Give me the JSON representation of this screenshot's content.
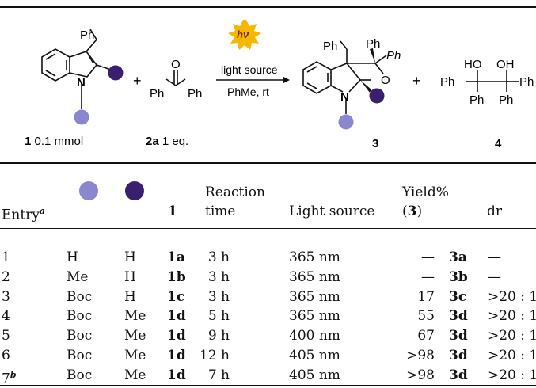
{
  "scheme": {
    "ph_label": "Ph",
    "ph_label_2": "Ph",
    "ph_label_3": "Ph",
    "ph_label_4": "Ph",
    "ph_label_5": "Ph",
    "ph_label_6": "Ph",
    "ph_label_7": "Ph",
    "ph_label_8": "Ph",
    "ph_label_9": "Ph",
    "n_label": "N",
    "n_label_2": "N",
    "o_label": "O",
    "o_label_2": "O",
    "ho_label": "HO",
    "oh_label": "OH",
    "plus": "+",
    "plus_2": "+",
    "hv": "hν",
    "condition_top": "light source",
    "condition_bottom": "PhMe, rt",
    "reactant1_num": "1",
    "reactant1_amt": " 0.1 mmol",
    "reactant2_num": "2a",
    "reactant2_amt": " 1 eq.",
    "product3": "3",
    "product4": "4",
    "color_light": "#8a87cf",
    "color_dark": "#3a1f6e",
    "hv_color": "#f5b800"
  },
  "table": {
    "headers": {
      "entry": "Entry",
      "entry_sup": "a",
      "col1": "1",
      "reaction": "Reaction",
      "time": "time",
      "light": "Light source",
      "yield": "Yield%",
      "yield_open": "(",
      "yield_num": "3",
      "yield_close": ")",
      "dr": "dr"
    },
    "rows": [
      {
        "entry": "1",
        "sup": "",
        "light_sub": "H",
        "dark_sub": "H",
        "cmpd": "1a",
        "time": "3 h",
        "source": "365 nm",
        "yield": "—",
        "product": "3a",
        "dr": "—"
      },
      {
        "entry": "2",
        "sup": "",
        "light_sub": "Me",
        "dark_sub": "H",
        "cmpd": "1b",
        "time": "3 h",
        "source": "365 nm",
        "yield": "—",
        "product": "3b",
        "dr": "—"
      },
      {
        "entry": "3",
        "sup": "",
        "light_sub": "Boc",
        "dark_sub": "H",
        "cmpd": "1c",
        "time": "3 h",
        "source": "365 nm",
        "yield": "17",
        "product": "3c",
        "dr": ">20 : 1"
      },
      {
        "entry": "4",
        "sup": "",
        "light_sub": "Boc",
        "dark_sub": "Me",
        "cmpd": "1d",
        "time": "5 h",
        "source": "365 nm",
        "yield": "55",
        "product": "3d",
        "dr": ">20 : 1"
      },
      {
        "entry": "5",
        "sup": "",
        "light_sub": "Boc",
        "dark_sub": "Me",
        "cmpd": "1d",
        "time": "9 h",
        "source": "400 nm",
        "yield": "67",
        "product": "3d",
        "dr": ">20 : 1"
      },
      {
        "entry": "6",
        "sup": "",
        "light_sub": "Boc",
        "dark_sub": "Me",
        "cmpd": "1d",
        "time": "12 h",
        "source": "405 nm",
        "yield": ">98",
        "product": "3d",
        "dr": ">20 : 1"
      },
      {
        "entry": "7",
        "sup": "b",
        "light_sub": "Boc",
        "dark_sub": "Me",
        "cmpd": "1d",
        "time": "7 h",
        "source": "405 nm",
        "yield": ">98",
        "product": "3d",
        "dr": ">20 : 1"
      }
    ]
  }
}
